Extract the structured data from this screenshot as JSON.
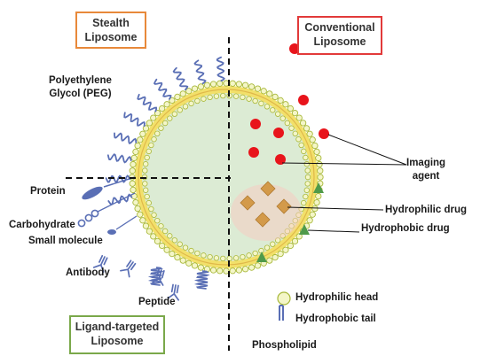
{
  "boxes": {
    "stealth": [
      "Stealth",
      "Liposome"
    ],
    "conventional": [
      "Conventional",
      "Liposome"
    ],
    "ligand": [
      "Ligand-targeted",
      "Liposome"
    ]
  },
  "labels": {
    "peg": [
      "Polyethylene",
      "Glycol (PEG)"
    ],
    "protein": "Protein",
    "carbohydrate": "Carbohydrate",
    "small_molecule": "Small molecule",
    "antibody": "Antibody",
    "peptide": "Peptide",
    "imaging": [
      "Imaging",
      "agent"
    ],
    "hydrophilic_drug": "Hydrophilic drug",
    "hydrophobic_drug": "Hydrophobic drug",
    "hydrophilic_head": "Hydrophilic head",
    "hydrophobic_tail": "Hydrophobic tail",
    "phospholipid": "Phospholipid"
  },
  "colors": {
    "core": "#dcebd4",
    "bilayer": "#f2e06a",
    "head_fill": "#f4f6c8",
    "head_stroke": "#a8b83a",
    "imaging_agent": "#e8141b",
    "hydrophilic_drug": "#d39a4a",
    "hydrophobic_drug": "#4f9a4a",
    "ligand": "#5a6fb5",
    "stealth_border": "#e8893a",
    "conventional_border": "#e23a3a",
    "ligand_border": "#7aa84a"
  },
  "icons": [
    "peg-chain-icon",
    "protein-icon",
    "carbohydrate-icon",
    "small-molecule-icon",
    "antibody-icon",
    "peptide-icon",
    "phospholipid-icon"
  ]
}
